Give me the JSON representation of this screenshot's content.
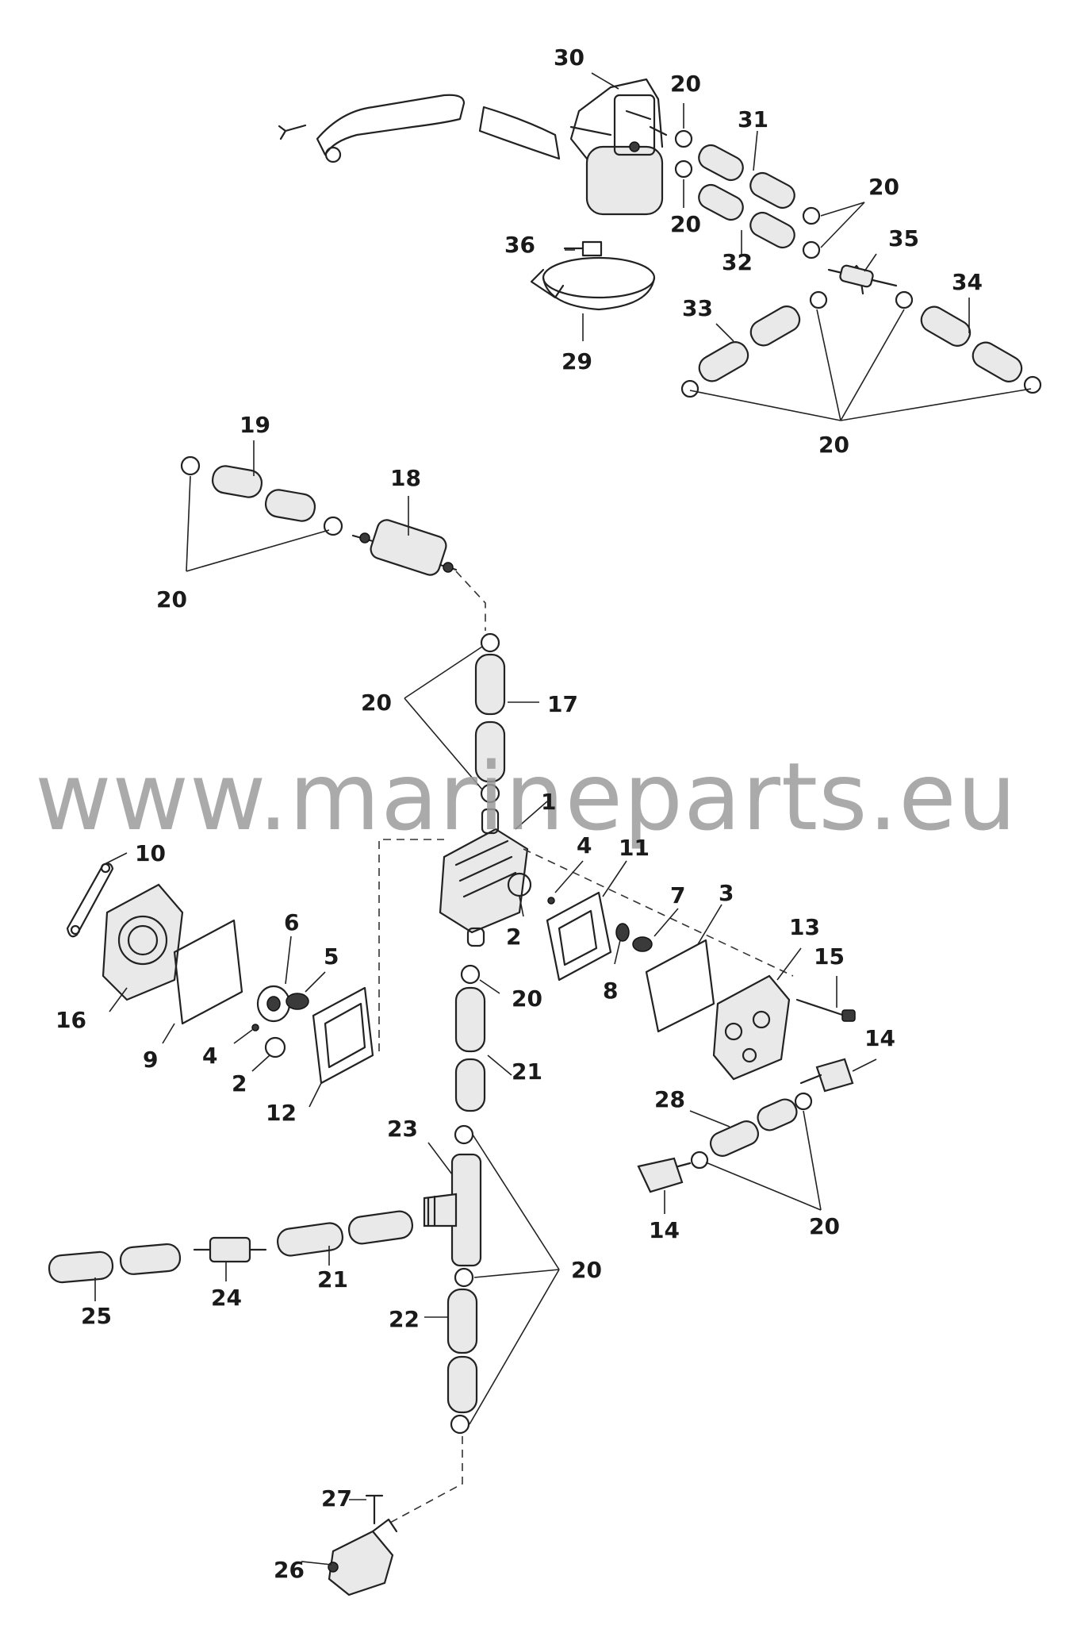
{
  "watermark": "www.marineparts.eu",
  "callouts": {
    "c30": "30",
    "c20a": "20",
    "c31": "31",
    "c20b": "20",
    "c20c": "20",
    "c36": "36",
    "c32": "32",
    "c35": "35",
    "c34": "34",
    "c33": "33",
    "c29": "29",
    "c20d": "20",
    "c19": "19",
    "c18": "18",
    "c20e": "20",
    "c20f": "20",
    "c17": "17",
    "c1": "1",
    "c10": "10",
    "c4a": "4",
    "c11": "11",
    "c6": "6",
    "c5": "5",
    "c2a": "2",
    "c7": "7",
    "c3": "3",
    "c16": "16",
    "c8": "8",
    "c20g": "20",
    "c13": "13",
    "c15": "15",
    "c9": "9",
    "c4b": "4",
    "c2b": "2",
    "c12": "12",
    "c21a": "21",
    "c14a": "14",
    "c28": "28",
    "c23": "23",
    "c20h": "20",
    "c14b": "14",
    "c20i": "20",
    "c21b": "21",
    "c25": "25",
    "c24": "24",
    "c22": "22",
    "c27": "27",
    "c26": "26"
  }
}
